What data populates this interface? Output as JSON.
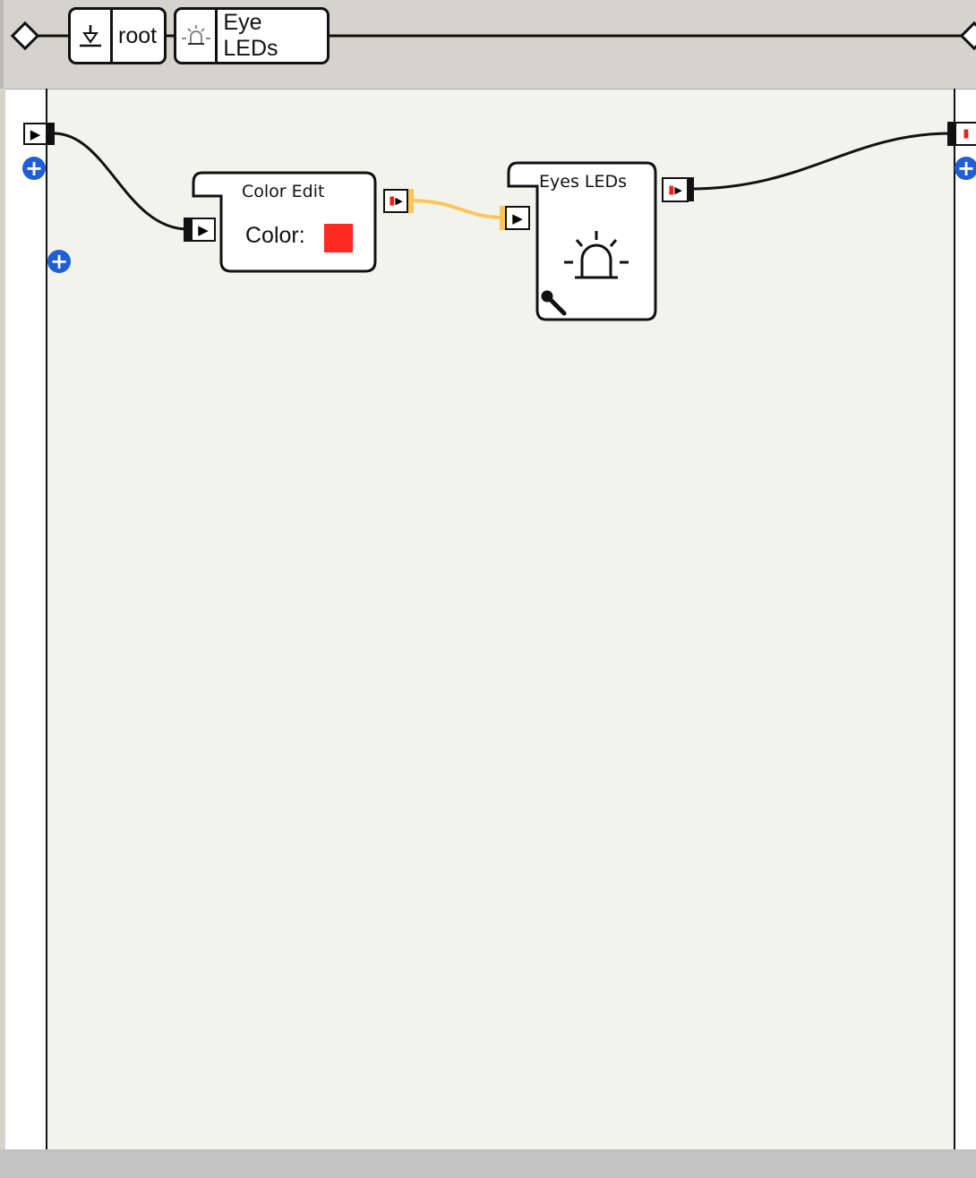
{
  "breadcrumb": {
    "items": [
      {
        "label": "root",
        "icon": "root-download-icon"
      },
      {
        "label": "Eye LEDs",
        "icon": "alarm-light-icon"
      }
    ]
  },
  "nodes": {
    "color_edit": {
      "title": "Color Edit",
      "field_label": "Color:",
      "color_value": "#ff2a1f"
    },
    "eyes_leds": {
      "title": "Eyes LEDs",
      "icon": "alarm-light-icon",
      "settings_icon": "wrench-icon"
    }
  },
  "colors": {
    "wire_active": "#ffc55a",
    "wire": "#111111",
    "canvas": "#f3f3ee",
    "add_button": "#1f5fd6"
  }
}
